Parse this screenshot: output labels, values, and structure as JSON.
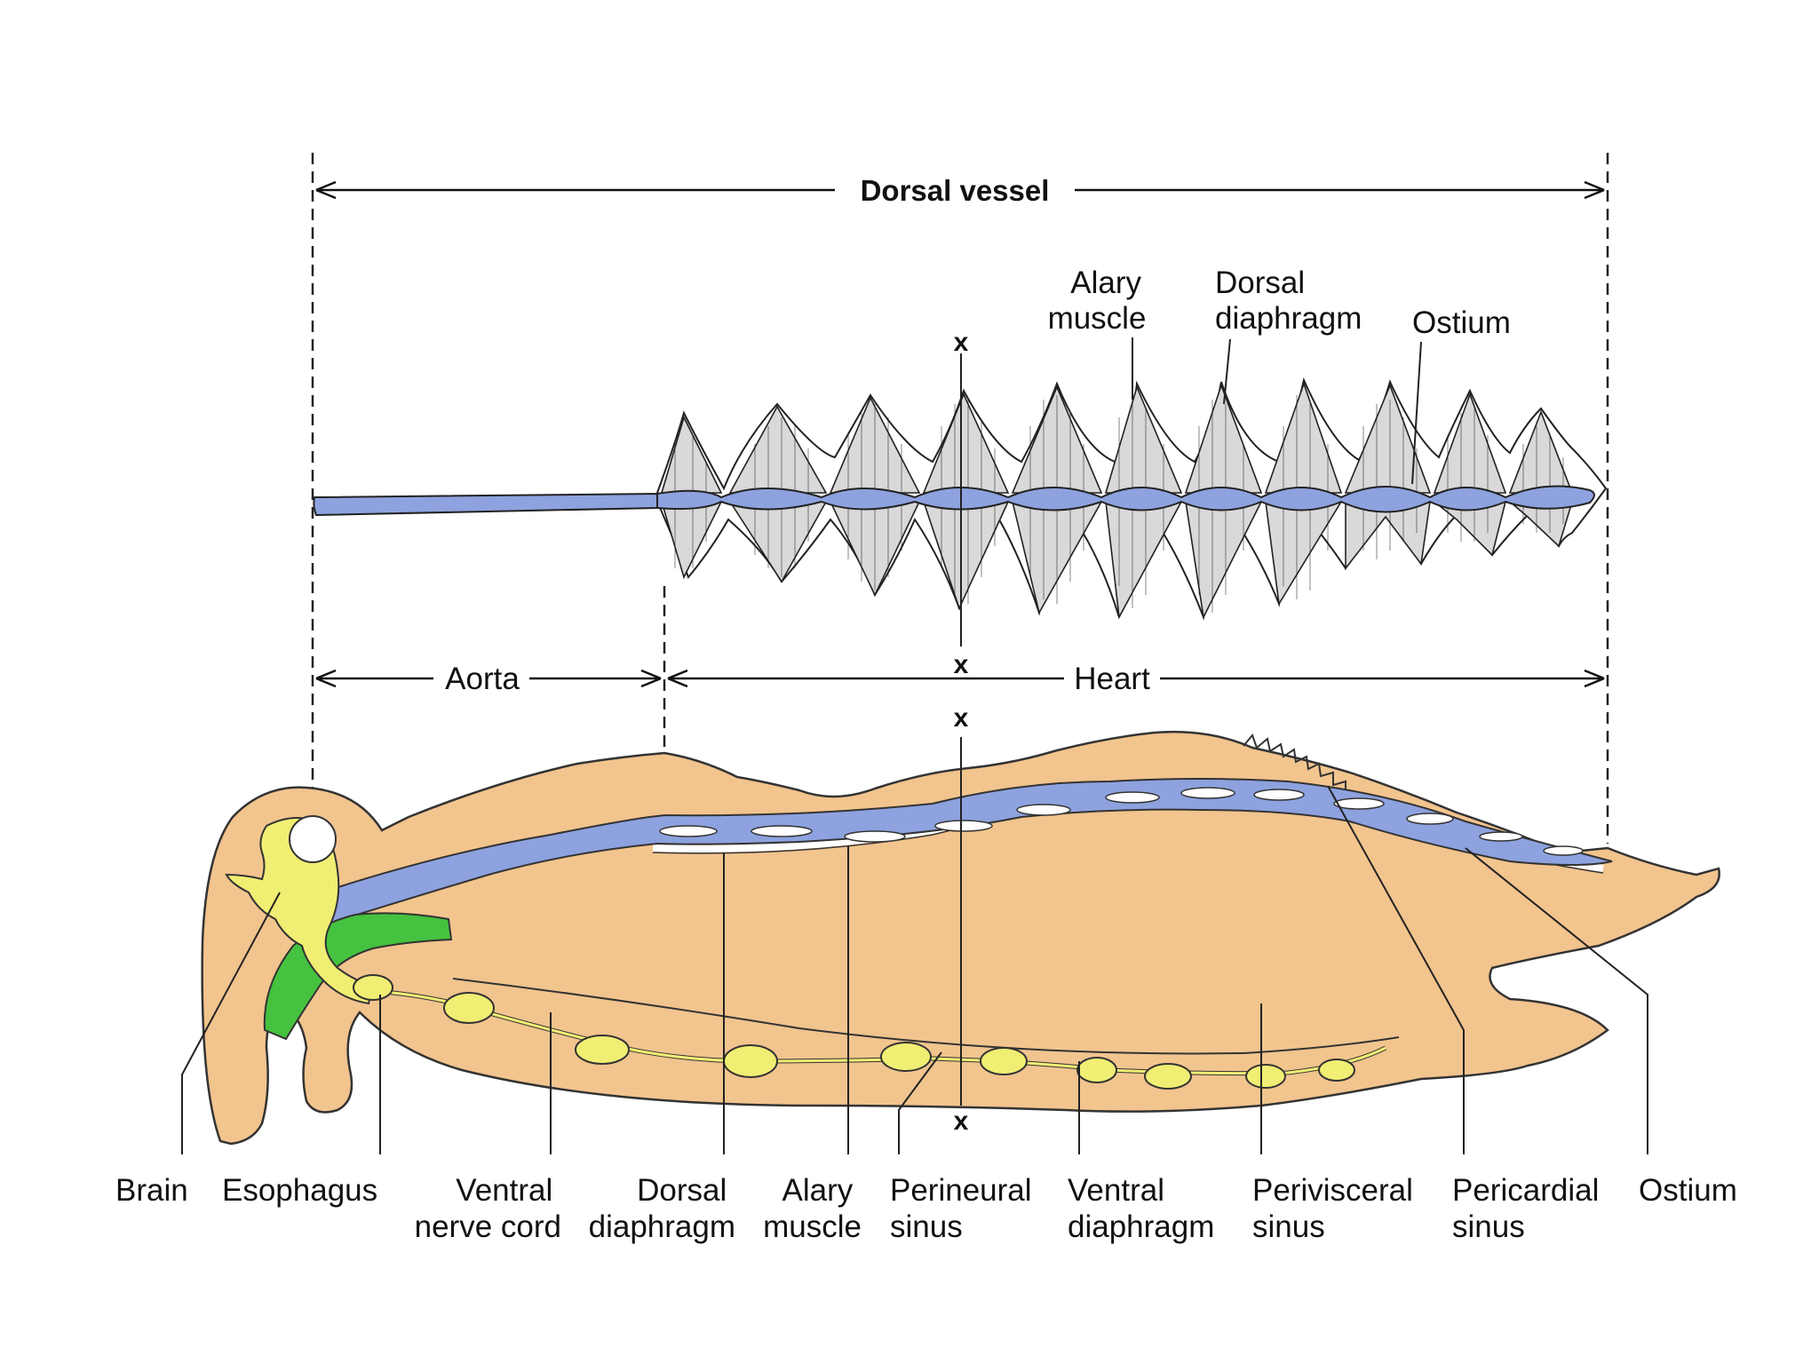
{
  "colors": {
    "body": "#F2C48E",
    "vessel": "#8DA2DE",
    "nerve": "#F1EE74",
    "esophagus": "#45C23F",
    "brain": "#FFFFFF"
  },
  "dimension_labels": {
    "dorsal_vessel": "Dorsal vessel",
    "aorta": "Aorta",
    "heart": "Heart"
  },
  "section_marks": [
    "x",
    "x",
    "x",
    "x"
  ],
  "top_labels": {
    "alary_muscle": [
      "Alary",
      "muscle"
    ],
    "dorsal_diaphragm": [
      "Dorsal",
      "diaphragm"
    ],
    "ostium": [
      "Ostium"
    ]
  },
  "bottom_labels": [
    {
      "id": "brain",
      "lines": [
        "Brain"
      ]
    },
    {
      "id": "esophagus",
      "lines": [
        "Esophagus"
      ]
    },
    {
      "id": "ventral-nerve-cord",
      "lines": [
        "Ventral",
        "nerve cord"
      ]
    },
    {
      "id": "dorsal-diaphragm",
      "lines": [
        "Dorsal",
        "diaphragm"
      ]
    },
    {
      "id": "alary-muscle",
      "lines": [
        "Alary",
        "muscle"
      ]
    },
    {
      "id": "perineural-sinus",
      "lines": [
        "Perineural",
        "sinus"
      ]
    },
    {
      "id": "ventral-diaphragm",
      "lines": [
        "Ventral",
        "diaphragm"
      ]
    },
    {
      "id": "perivisceral-sinus",
      "lines": [
        "Perivisceral",
        "sinus"
      ]
    },
    {
      "id": "pericardial-sinus",
      "lines": [
        "Pericardial",
        "sinus"
      ]
    },
    {
      "id": "ostium",
      "lines": [
        "Ostium"
      ]
    }
  ]
}
